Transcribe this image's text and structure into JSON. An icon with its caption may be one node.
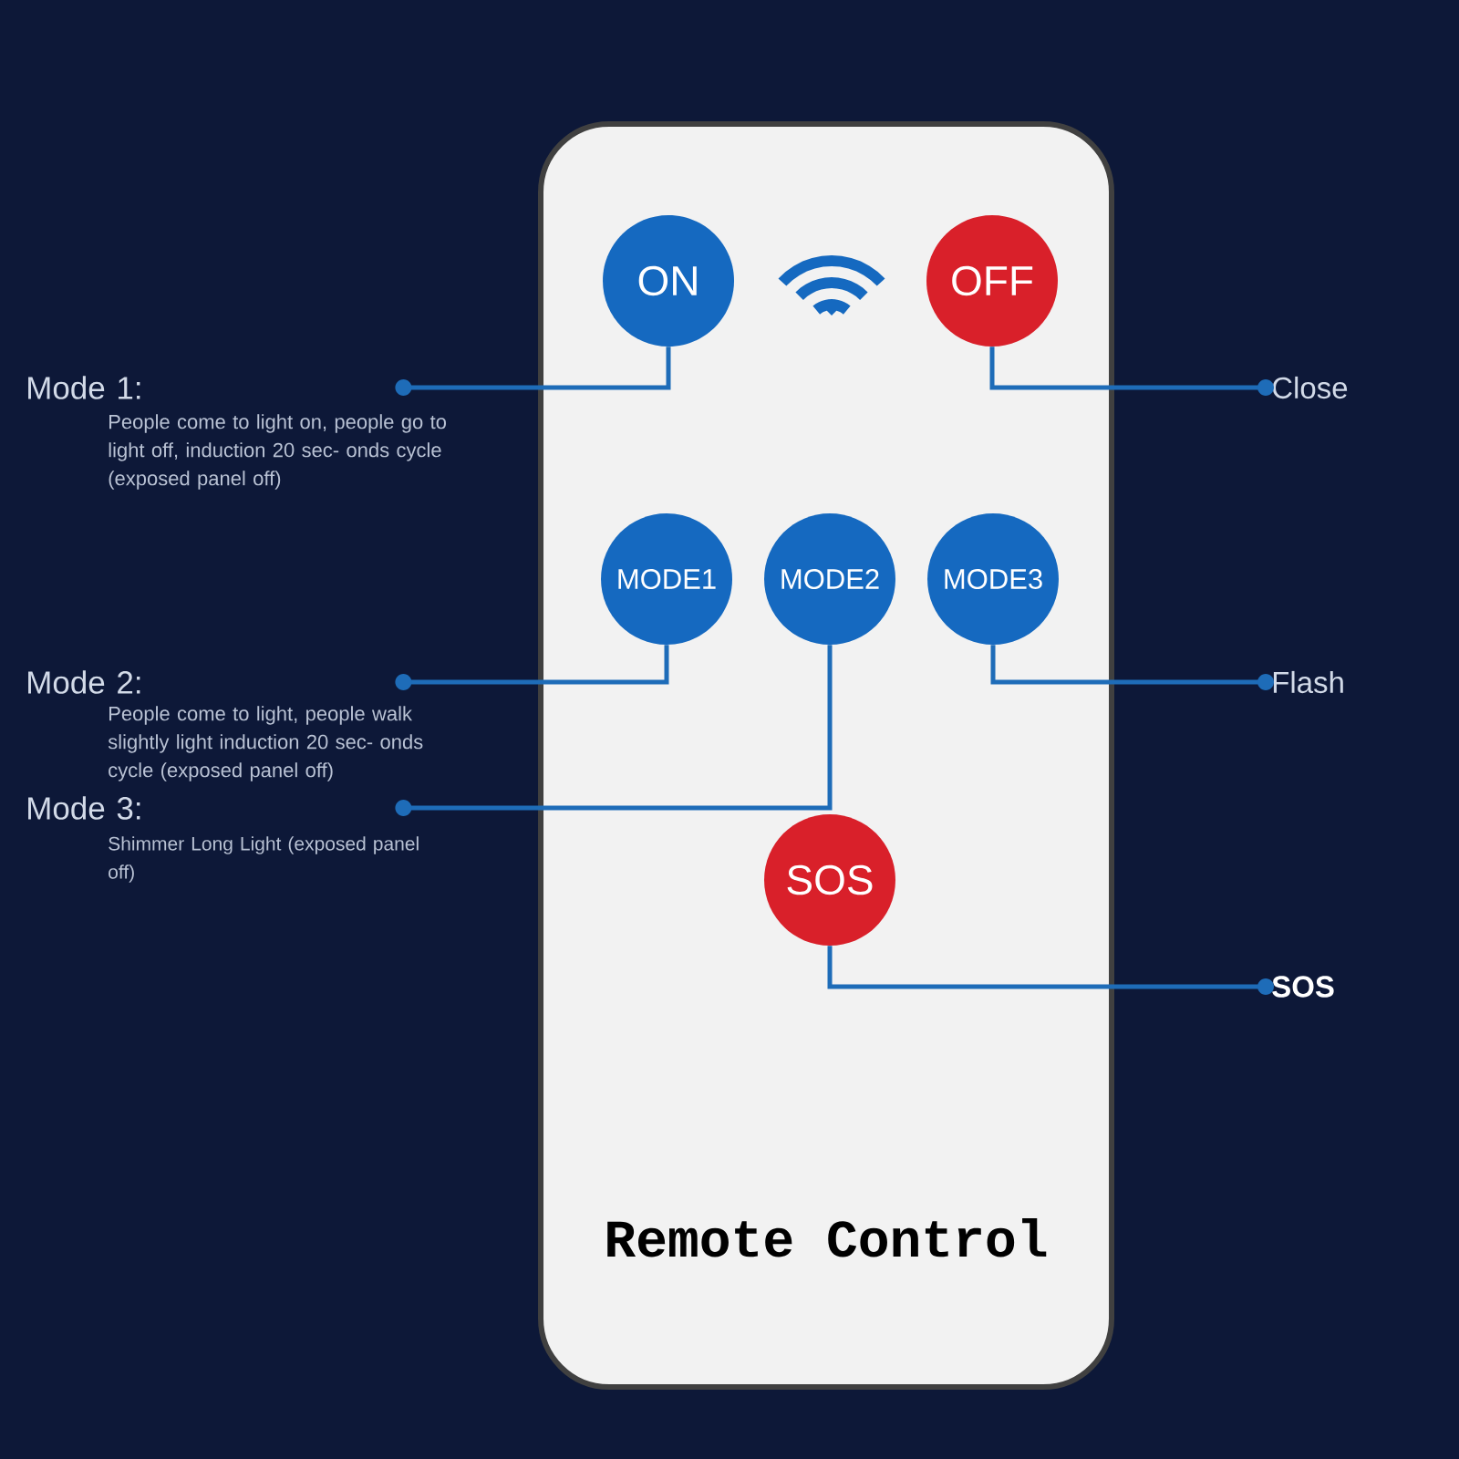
{
  "diagram": {
    "nodes": [
      {
        "text": [
          "Remote Control"
        ]
      },
      {
        "text": [
          "ON"
        ],
        "in": 0
      },
      {
        "text": [
          "OFF"
        ],
        "in": 0
      },
      {
        "text": [
          "MODE1"
        ],
        "in": 0
      },
      {
        "text": [
          "MODE2"
        ],
        "in": 0
      },
      {
        "text": [
          "MODE3"
        ],
        "in": 0
      },
      {
        "text": [
          "SOS"
        ],
        "in": 0
      },
      {
        "text": [
          "Mode 1:"
        ],
        "beside": [
          "People come to light on, people go to light off, induction 20 sec- onds cycle (exposed panel off)"
        ]
      },
      {
        "text": [
          "Close"
        ]
      },
      {
        "text": [
          "Mode 2:"
        ],
        "beside": [
          "People come to light, people walk slightly light induction 20 sec- onds cycle (exposed panel off)"
        ]
      },
      {
        "text": [
          "Flash"
        ]
      },
      {
        "text": [
          "Mode 3:"
        ],
        "beside": [
          "Shimmer Long Light (exposed panel off)"
        ]
      },
      {
        "text": [
          "SOS"
        ]
      }
    ],
    "edges": [
      {
        "from": 1,
        "to": 7,
        "arrow": "other"
      },
      {
        "from": 2,
        "to": 8,
        "arrow": "other"
      },
      {
        "from": 3,
        "to": 9,
        "arrow": "other"
      },
      {
        "from": 5,
        "to": 10,
        "arrow": "other"
      },
      {
        "from": 4,
        "to": 11,
        "arrow": "other"
      },
      {
        "from": 6,
        "to": 12,
        "arrow": "other"
      }
    ]
  }
}
